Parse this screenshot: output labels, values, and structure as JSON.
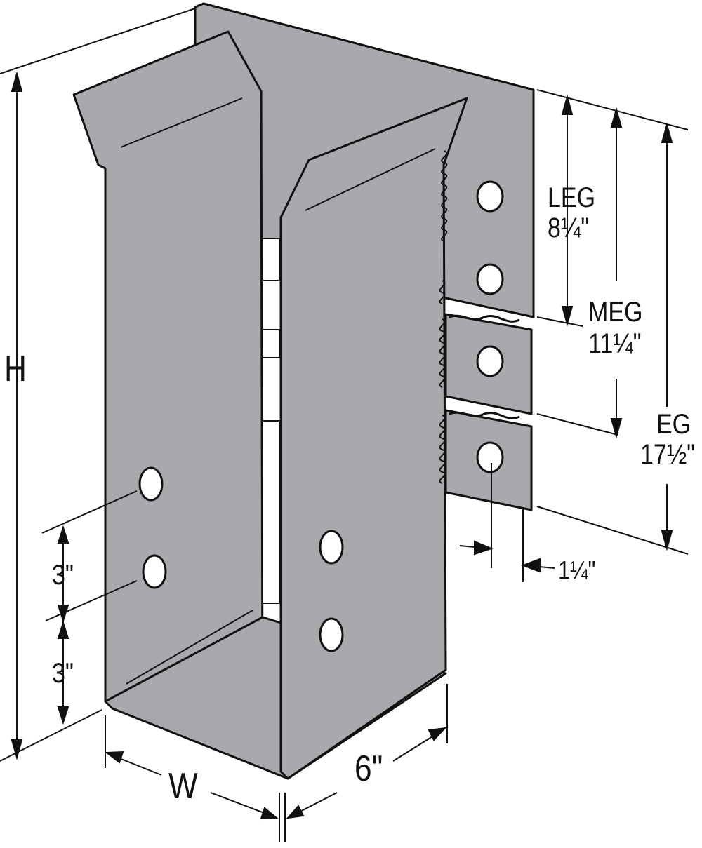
{
  "colors": {
    "metal": "#a7a9ac",
    "outline": "#111111",
    "background": "#ffffff"
  },
  "labels": {
    "height": "H",
    "width": "W",
    "depth": "6\"",
    "leg_name": "LEG",
    "leg_value": "8¼\"",
    "meg_name": "MEG",
    "meg_value": "11¼\"",
    "eg_name": "EG",
    "eg_value": "17½\"",
    "edge_distance": "1¼\"",
    "hole_spacing_upper": "3\"",
    "hole_spacing_lower": "3\""
  }
}
